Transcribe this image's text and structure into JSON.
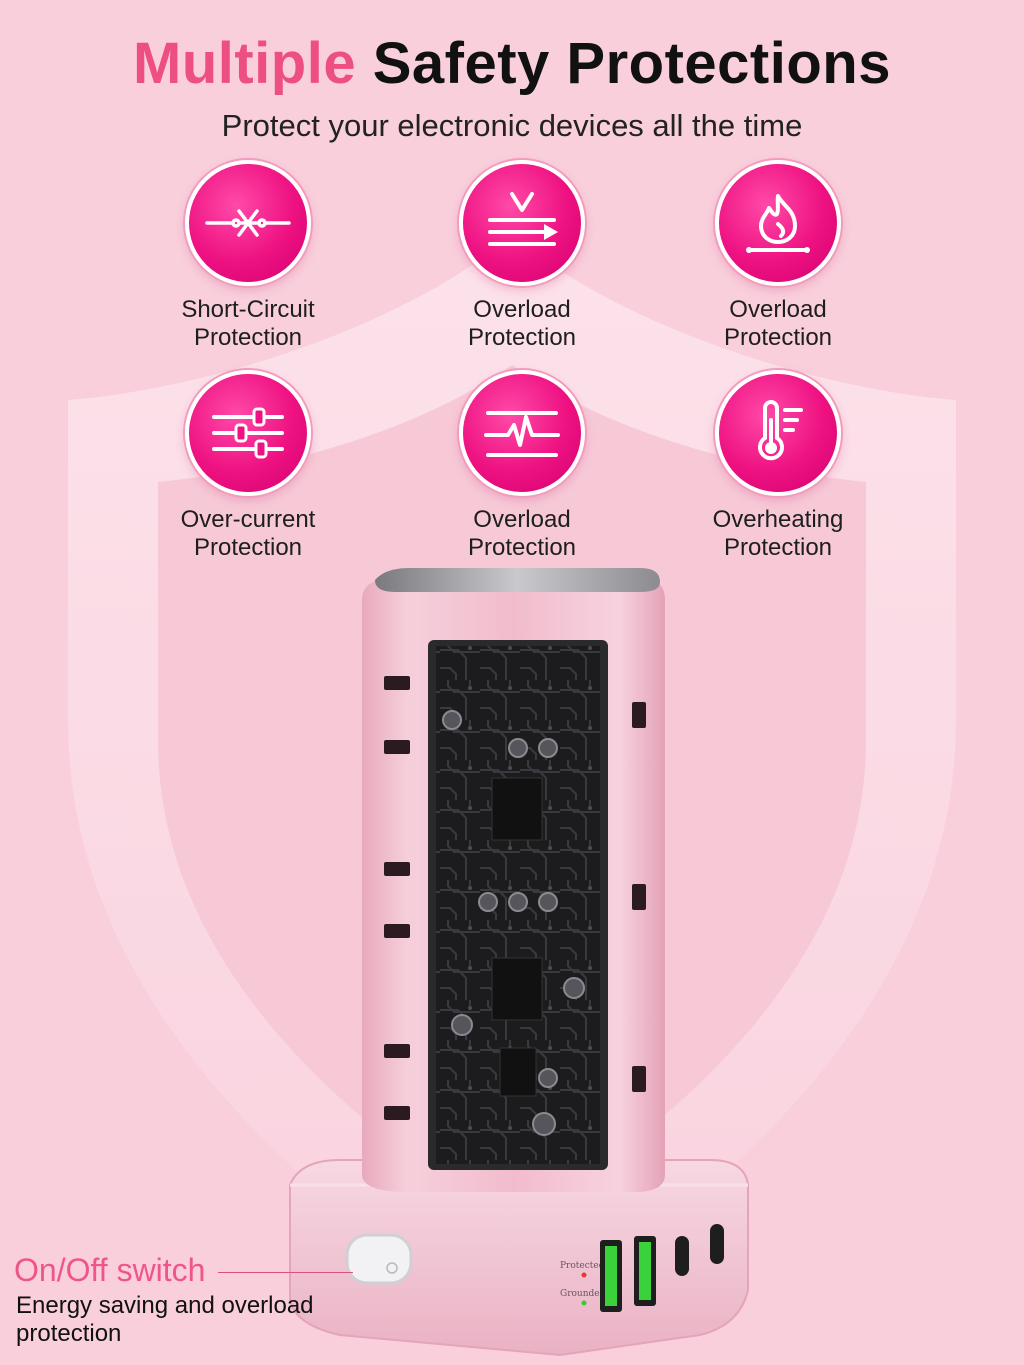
{
  "title": {
    "accent": "Multiple",
    "main": "Safety Protections"
  },
  "subtitle": "Protect your electronic devices all the time",
  "features": [
    {
      "icon": "short-circuit-icon",
      "line1": "Short-Circuit",
      "line2": "Protection"
    },
    {
      "icon": "voltage-arrow-icon",
      "line1": "Overload",
      "line2": "Protection"
    },
    {
      "icon": "flame-icon",
      "line1": "Overload",
      "line2": "Protection"
    },
    {
      "icon": "sliders-icon",
      "line1": "Over-current",
      "line2": "Protection"
    },
    {
      "icon": "pulse-icon",
      "line1": "Overload",
      "line2": "Protection"
    },
    {
      "icon": "thermometer-icon",
      "line1": "Overheating",
      "line2": "Protection"
    }
  ],
  "switch": {
    "title": "On/Off switch",
    "description": "Energy saving and overload protection"
  },
  "indicators": {
    "protected": "Protected",
    "grounded": "Grounded"
  },
  "colors": {
    "accent": "#ee4f82",
    "icon_fill": "#ee1181",
    "background": "#f9cfdc",
    "usb_a": "#3ad13a"
  }
}
